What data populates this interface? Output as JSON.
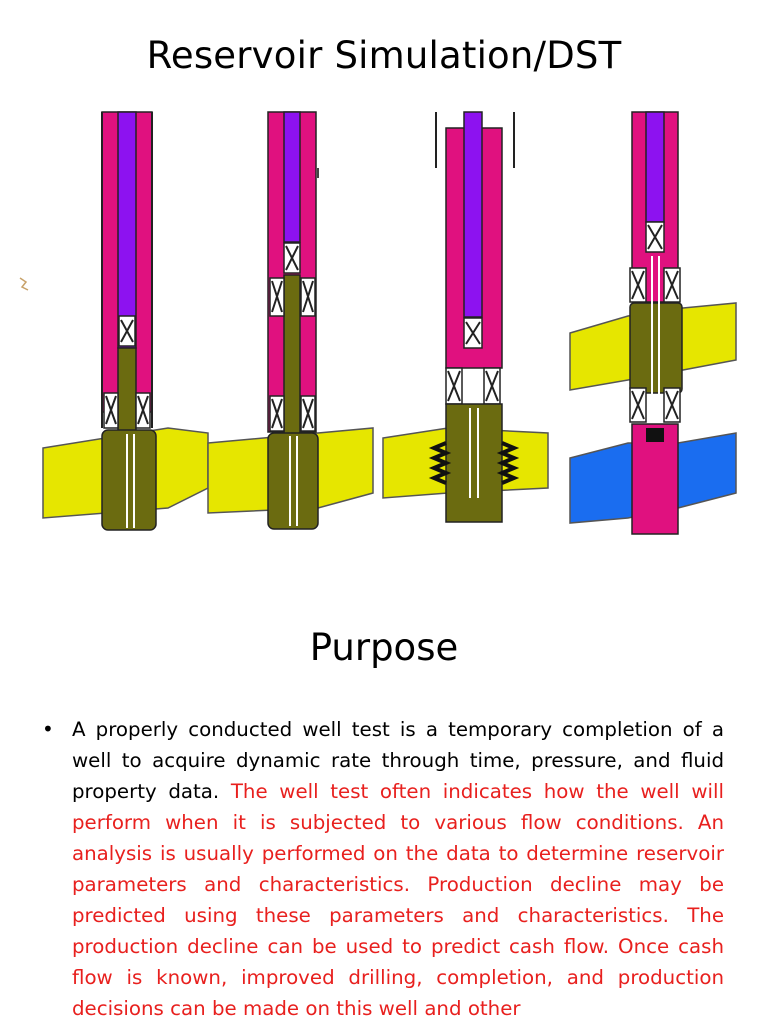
{
  "title": "Reservoir Simulation/DST",
  "figure": {
    "colors": {
      "magenta": "#e0117f",
      "purple": "#8d12f0",
      "olive": "#6b6b10",
      "yellow": "#e6e600",
      "blue": "#1a6df0",
      "black": "#111111"
    }
  },
  "section_title": "Purpose",
  "purpose": {
    "bullet": "•",
    "text_plain": "A properly conducted well test is a temporary completion of a well to acquire dynamic rate through time, pressure, and fluid property data.",
    "text_red": "The well test often indicates how the well will perform when it is subjected to various flow conditions. An analysis is usually performed on the data to determine reservoir parameters and characteristics. Production decline may be predicted using these parameters and characteristics. The production decline can be used to predict cash flow. Once cash flow is known, improved drilling, completion, and production decisions can be made on this well and other"
  }
}
